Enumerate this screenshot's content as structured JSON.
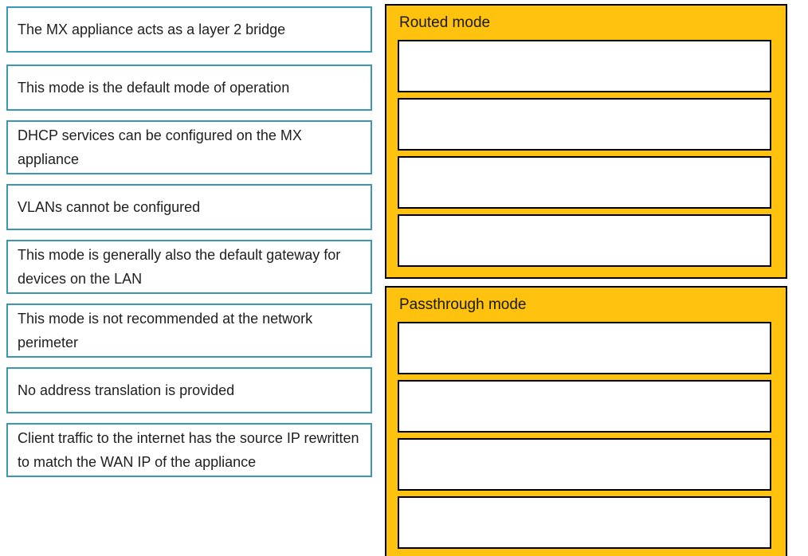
{
  "question": {
    "kind": "drag-and-drop-matching",
    "drag_items": [
      "The MX appliance acts as a layer 2 bridge",
      "This mode is the default mode of operation",
      "DHCP services can be configured on the MX appliance",
      "VLANs cannot be configured",
      "This mode is generally also the default gateway for devices on the LAN",
      "This mode is not recommended at the network perimeter",
      "No address translation is provided",
      "Client traffic to the internet has the source IP rewritten to match the WAN IP of the appliance"
    ],
    "drop_groups": [
      {
        "title": "Routed mode",
        "slot_count": 4,
        "slot_values": [
          "",
          "",
          "",
          ""
        ]
      },
      {
        "title": "Passthrough mode",
        "slot_count": 4,
        "slot_values": [
          "",
          "",
          "",
          ""
        ]
      }
    ]
  },
  "colors": {
    "drag_item_border": "#3A98B2",
    "drag_item_background": "#FFFFFF",
    "group_background": "#FFC20E",
    "group_border": "#000000",
    "slot_background": "#FFFFFF",
    "slot_border": "#000000",
    "text": "#1F1F1F",
    "page_background": "#FFFFFF"
  }
}
